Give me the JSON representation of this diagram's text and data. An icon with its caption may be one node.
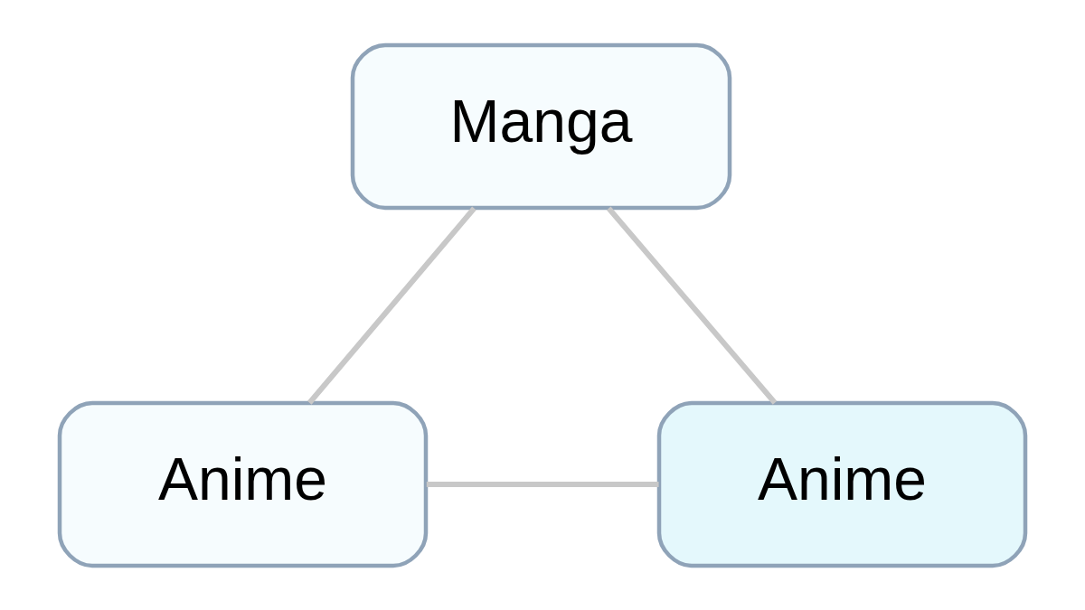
{
  "diagram": {
    "nodes": [
      {
        "text": [
          "Manga"
        ]
      },
      {
        "text": [
          "Anime"
        ]
      },
      {
        "text": [
          "Anime"
        ]
      }
    ],
    "edges": [
      {
        "from": 0,
        "to": 1,
        "arrow": "none"
      },
      {
        "from": 0,
        "to": 2,
        "arrow": "none"
      },
      {
        "from": 1,
        "to": 2,
        "arrow": "none"
      }
    ]
  }
}
